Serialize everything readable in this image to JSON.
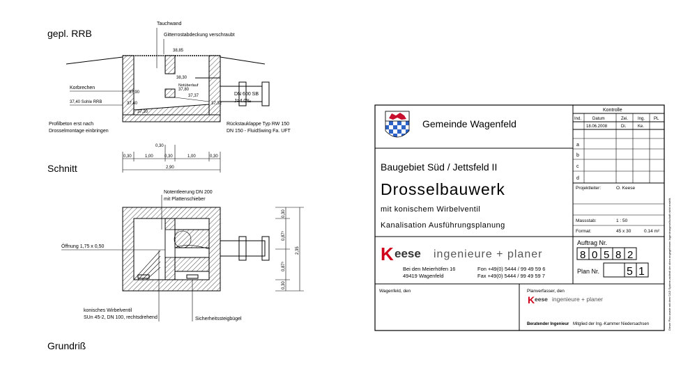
{
  "drawing": {
    "section": {
      "title": "gepl. RRB",
      "view_label": "Schnitt",
      "labels": {
        "tauchwand": "Tauchwand",
        "gitterrost": "Gitterrostabdeckung verschraubt",
        "korbrechen": "Korbrechen",
        "sohle": "37,40 Sohle RRB",
        "profilbeton": "Profilbeton erst nach",
        "profilbeton2": "Drosselmontage einbringen",
        "notueberlauf": "Notüberlauf",
        "dn600": "DN 600 SB",
        "gefaelle": "J=4.0‰",
        "rueckstau": "Rückstauklappe Typ RW 150",
        "rueckstau2": "DN 150 - FluidSwing Fa. UFT"
      },
      "levels": [
        "38,85",
        "38,30",
        "37,80",
        "37,90",
        "37,40",
        "37,37",
        "37,32",
        "37,20"
      ],
      "dims": [
        "0,30",
        "1,00",
        "0,30",
        "1,00",
        "0,30",
        "0,30"
      ],
      "total_dim": "2,90"
    },
    "plan": {
      "view_label": "Grundriß",
      "labels": {
        "notentleerung": "Notentleerung  DN 200",
        "plattenschieber": "mit Plattenschieber",
        "oeffnung": "Öffnung  1,75 x 0,50",
        "wirbelventil": "konisches Wirbelventil",
        "wirbelventil2": "SUn 45-2, DN 100, rechtsdrehend",
        "steigbuegel": "Sicherheitssteigbügel"
      },
      "dims": [
        "0,30",
        "0,87⁵",
        "0,87⁵",
        "0,30"
      ],
      "total_dim": "2,35"
    }
  },
  "titleblock": {
    "client": "Gemeinde Wagenfeld",
    "area": "Baugebiet Süd / Jettsfeld II",
    "title": "Drosselbauwerk",
    "subtitle": "mit konischem Wirbelventil",
    "phase": "Kanalisation Ausführungsplanung",
    "company_initial": "K",
    "company_rest": "eese",
    "company_tail": "ingenieure + planer",
    "address1": "Bei den Meierhöfen 16",
    "address2": "49419 Wagenfeld",
    "fon": "Fon  +49(0) 5444 / 99 49 59 6",
    "fax": "Fax  +49(0) 5444 / 99 49 59 7",
    "kontrolle": {
      "heading": "Kontrolle",
      "columns": [
        "Ind.",
        "Datum",
        "Zei.",
        "Ing.",
        "PL"
      ],
      "first_row": [
        "",
        "18.06.2008",
        "Di.",
        "Ke.",
        ""
      ],
      "rows": [
        "a",
        "b",
        "c",
        "d"
      ]
    },
    "projektleiter_label": "Projektleiter:",
    "projektleiter": "O. Keese",
    "massstab_label": "Massstab:",
    "massstab": "1 : 50",
    "format_label": "Format:",
    "format": "45 x 30",
    "format_area": "0.14 m²",
    "auftrag_label": "Auftrag Nr.",
    "auftrag_digits": [
      "8",
      "0",
      "5",
      "8",
      "2"
    ],
    "plan_label": "Plan Nr.",
    "plan_digits": [
      "5",
      "1"
    ],
    "wagenfeld_den": "Wagenfeld, den",
    "planverfasser": "Planverfasser, den",
    "beratender": "Beratender Ingenieur",
    "mitglied": "Mitglied der Ing.-Kammer  Niedersachsen",
    "side_note": "Dieser Plan wurde mit dem CAD System zadenk der oben angegebenen Ingenieurgesellschaft nicht erstellt."
  },
  "colors": {
    "brand_red": "#d0021b",
    "brand_grey": "#555555",
    "crest_blue": "#2e64c8",
    "crest_red": "#c8102e"
  }
}
